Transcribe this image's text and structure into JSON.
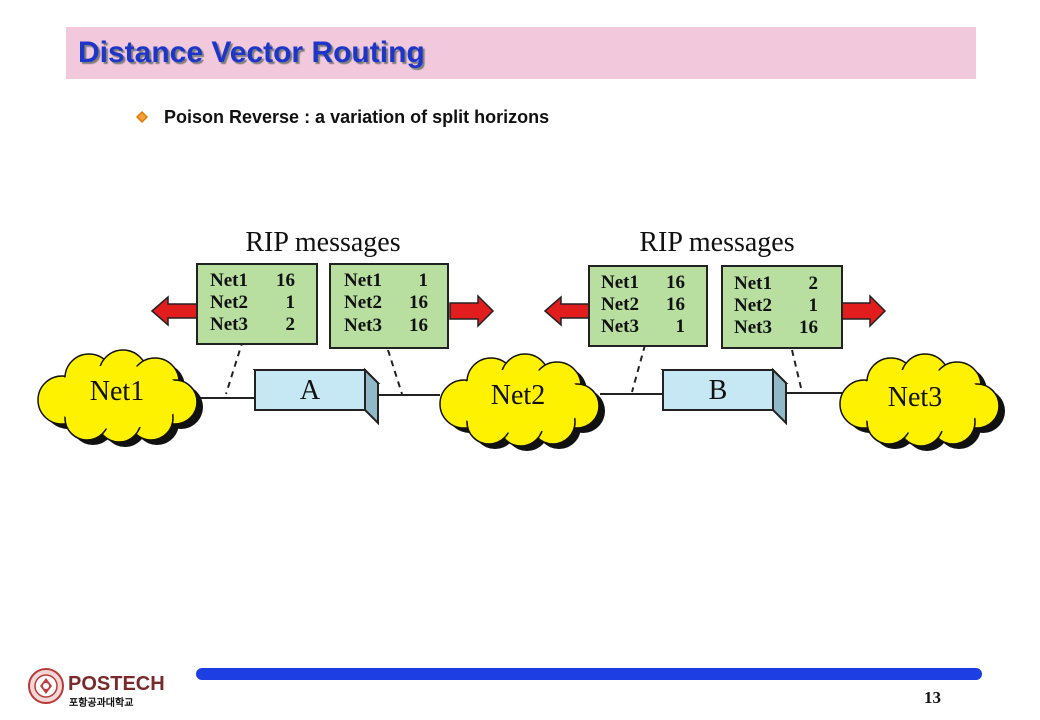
{
  "title": "Distance Vector Routing",
  "bullet": {
    "text": "Poison Reverse : a variation of split horizons"
  },
  "diagram": {
    "groups": [
      {
        "heading": "RIP messages"
      },
      {
        "heading": "RIP messages"
      }
    ],
    "tables": [
      {
        "rows": [
          [
            "Net1",
            "16"
          ],
          [
            "Net2",
            "1"
          ],
          [
            "Net3",
            "2"
          ]
        ]
      },
      {
        "rows": [
          [
            "Net1",
            "1"
          ],
          [
            "Net2",
            "16"
          ],
          [
            "Net3",
            "16"
          ]
        ]
      },
      {
        "rows": [
          [
            "Net1",
            "16"
          ],
          [
            "Net2",
            "16"
          ],
          [
            "Net3",
            "1"
          ]
        ]
      },
      {
        "rows": [
          [
            "Net1",
            "2"
          ],
          [
            "Net2",
            "1"
          ],
          [
            "Net3",
            "16"
          ]
        ]
      }
    ],
    "networks": [
      "Net1",
      "Net2",
      "Net3"
    ],
    "routers": [
      "A",
      "B"
    ],
    "colors": {
      "table_fill": "#b8dfa0",
      "cloud_fill": "#fff200",
      "router_fill": "#c6e8f4",
      "arrow_fill": "#e21d1d"
    }
  },
  "footer": {
    "logo_name": "POSTECH",
    "logo_subtext": "포항공과대학교",
    "page_number": "13"
  }
}
